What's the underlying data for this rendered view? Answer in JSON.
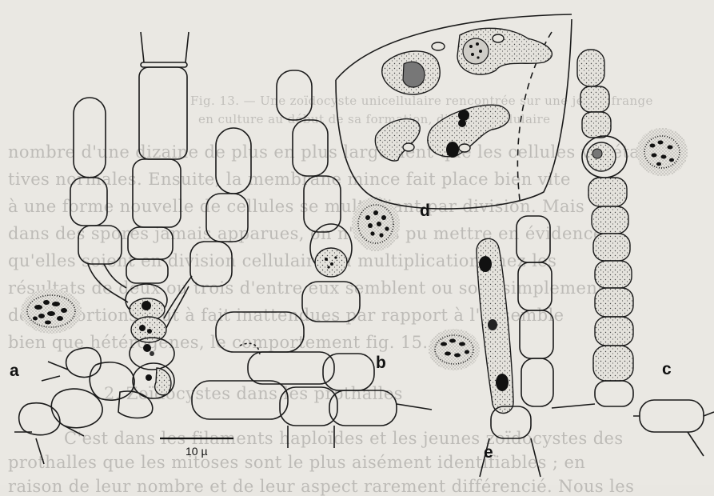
{
  "bleed_text": {
    "caption_line_1": "Fig. 13. — Une zoïdocyste unicellulaire rencontrée sur une jeune frange",
    "caption_line_2": "en culture au début de sa formation, division cellulaire",
    "para_lines": [
      "nombre d'une dizaine de plus en plus largement que les cellules végéta-",
      "tives normales. Ensuite, la membrane mince fait place bien vite",
      "à une forme nouvelle de cellules se multipliant par division. Mais",
      "dans des spores jamais apparues, on n'a pas pu mettre en évidence",
      "qu'elles soient en division cellulaire ou multiplication chez les",
      "résultats de deux ou trois d'entre eux semblent ou sont simplement le",
      "de proportions tout à fait inattendues par rapport à l'ensemble",
      "bien que hétérogènes, le comportement fig. 15."
    ],
    "section_heading": "2. Zoïdocystes dans les prothalles",
    "para2_lines": [
      "C'est dans les filaments haploïdes et les jeunes zoïdocystes des",
      "prothalles que les mitoses sont le plus aisément identifiables ; en",
      "raison de leur nombre et de leur aspect rarement différencié. Nous les"
    ]
  },
  "figure": {
    "panel_labels": {
      "a": "a",
      "b": "b",
      "c": "c",
      "d": "d",
      "e": "e"
    },
    "scale_bar_label": "10 µ"
  }
}
